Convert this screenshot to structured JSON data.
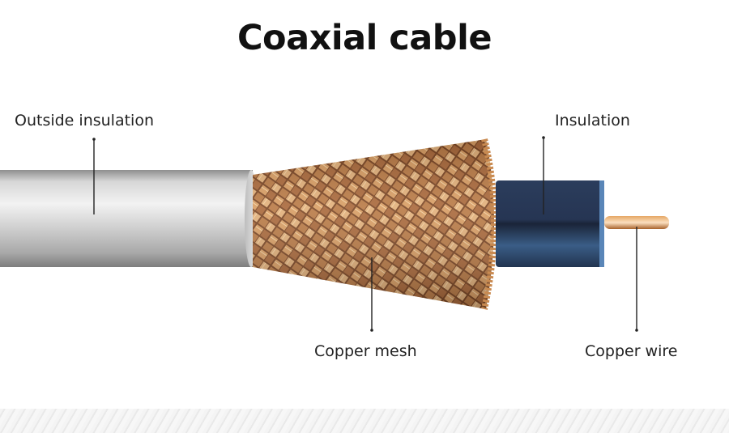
{
  "title": "Coaxial cable",
  "labels": {
    "outside_insulation": "Outside insulation",
    "insulation": "Insulation",
    "copper_mesh": "Copper mesh",
    "copper_wire": "Copper wire"
  },
  "colors": {
    "outer_jacket": "#c9c9c9",
    "copper": "#b9773f",
    "inner_insulation": "#2a4466",
    "label_text": "#222222"
  }
}
